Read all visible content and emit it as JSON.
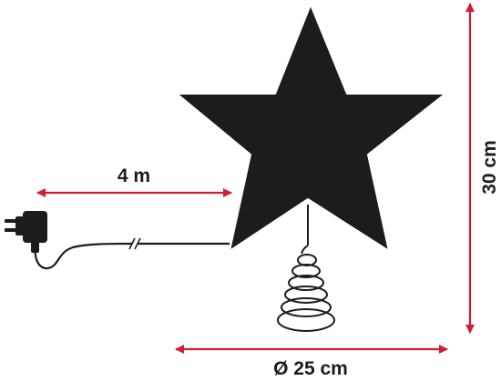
{
  "colors": {
    "star": "#1c1c1c",
    "outline": "#ffffff",
    "cable": "#1c1c1c",
    "dimension": "#d31d33",
    "label": "#1c1c1c"
  },
  "labels": {
    "cable_length": "4 m",
    "height": "30 cm",
    "diameter": "Ø 25 cm"
  },
  "icons": {
    "product": "star-tree-topper-icon",
    "base": "spiral-spring-icon",
    "power": "power-adapter-plug-icon"
  }
}
